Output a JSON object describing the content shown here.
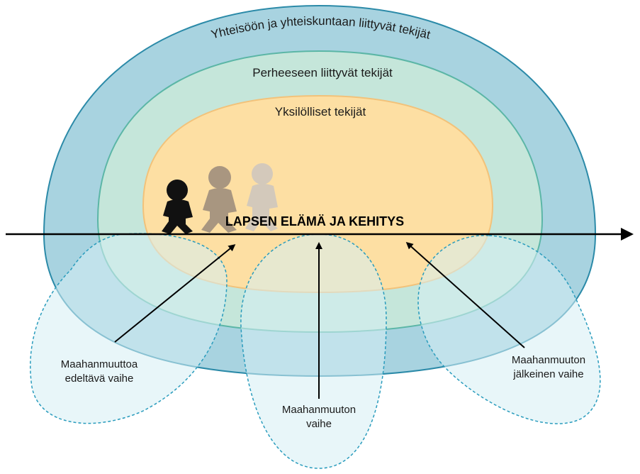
{
  "rings": {
    "outer": {
      "label": "Yhteisöön ja yhteiskuntaan liittyvät tekijät",
      "color": "#a8d3e0",
      "stroke": "#2b8aa8"
    },
    "middle": {
      "label": "Perheeseen liittyvät tekijät",
      "color": "#c5e6da",
      "stroke": "#5bb6a6"
    },
    "inner": {
      "label": "Yksilölliset tekijät",
      "color": "#fddfa3",
      "stroke": "#f2c27a"
    }
  },
  "timeline": {
    "label": "LAPSEN ELÄMÄ JA KEHITYS"
  },
  "phases": {
    "before": {
      "line1": "Maahanmuuttoa",
      "line2": "edeltävä vaihe"
    },
    "during": {
      "line1": "Maahanmuuton",
      "line2": "vaihe"
    },
    "after": {
      "line1": "Maahanmuuton",
      "line2": "jälkeinen vaihe"
    }
  },
  "phase_bubble": {
    "fill": "#d6eef4",
    "stroke": "#2a9cbd"
  },
  "figures": [
    "child-figure-dark-icon",
    "child-figure-medium-icon",
    "child-figure-light-icon"
  ]
}
